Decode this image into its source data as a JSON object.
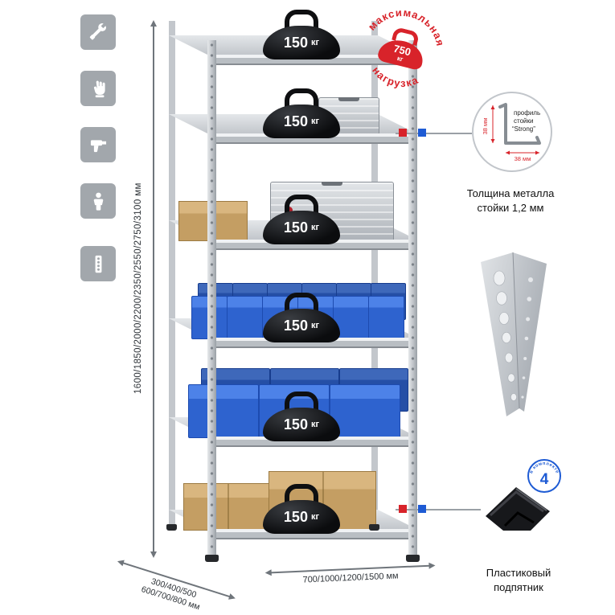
{
  "palette": {
    "red": "#d8232a",
    "blue": "#1e5bd4",
    "bin_blue": "#2e63cf",
    "icon_bg": "#a2a7ac",
    "metal_gray": "#c6cacf"
  },
  "icons": [
    "wrench-icon",
    "gloves-icon",
    "drill-icon",
    "person-icon",
    "rack-profile-icon"
  ],
  "dimensions": {
    "height": "1600/1850/2000/2200/2350/2550/2750/3100 мм",
    "depth_line1": "300/400/500",
    "depth_line2": "600/700/800 мм",
    "width": "700/1000/1200/1500 мм"
  },
  "shelf_load": {
    "value": "150",
    "unit": "кг"
  },
  "max_load": {
    "word1": "максимальная",
    "word2": "нагрузка",
    "value": "750",
    "unit": "кг"
  },
  "profile": {
    "label_line1": "профиль",
    "label_line2": "стойки",
    "label_line3": "“Strong”",
    "dim_vertical": "38 мм",
    "dim_horizontal": "38 мм",
    "caption_line1": "Толщина металла",
    "caption_line2": "стойки 1,2 мм"
  },
  "foot": {
    "badge_value": "4",
    "badge_text": "в комплекте",
    "caption_line1": "Пластиковый",
    "caption_line2": "подпятник"
  }
}
